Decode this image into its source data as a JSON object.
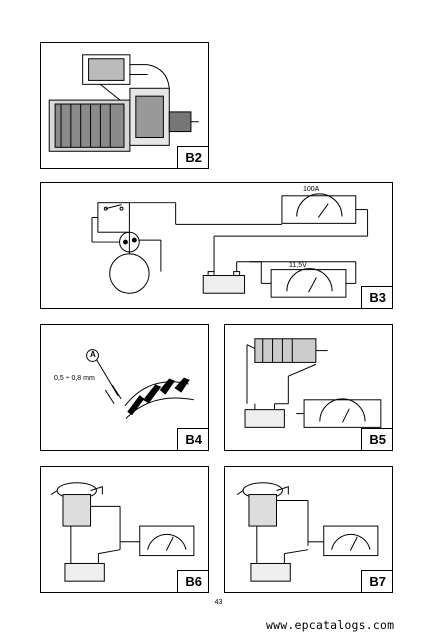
{
  "panels": {
    "b2": {
      "tag": "B2"
    },
    "b3": {
      "tag": "B3",
      "ammeter_range": "100A",
      "voltmeter_range": "11,5V"
    },
    "b4": {
      "tag": "B4",
      "callout": "A",
      "gap_spec": "0,5 ÷ 0,8 mm"
    },
    "b5": {
      "tag": "B5"
    },
    "b6": {
      "tag": "B6"
    },
    "b7": {
      "tag": "B7"
    }
  },
  "page_number": "43",
  "watermark": "www.epcatalogs.com"
}
